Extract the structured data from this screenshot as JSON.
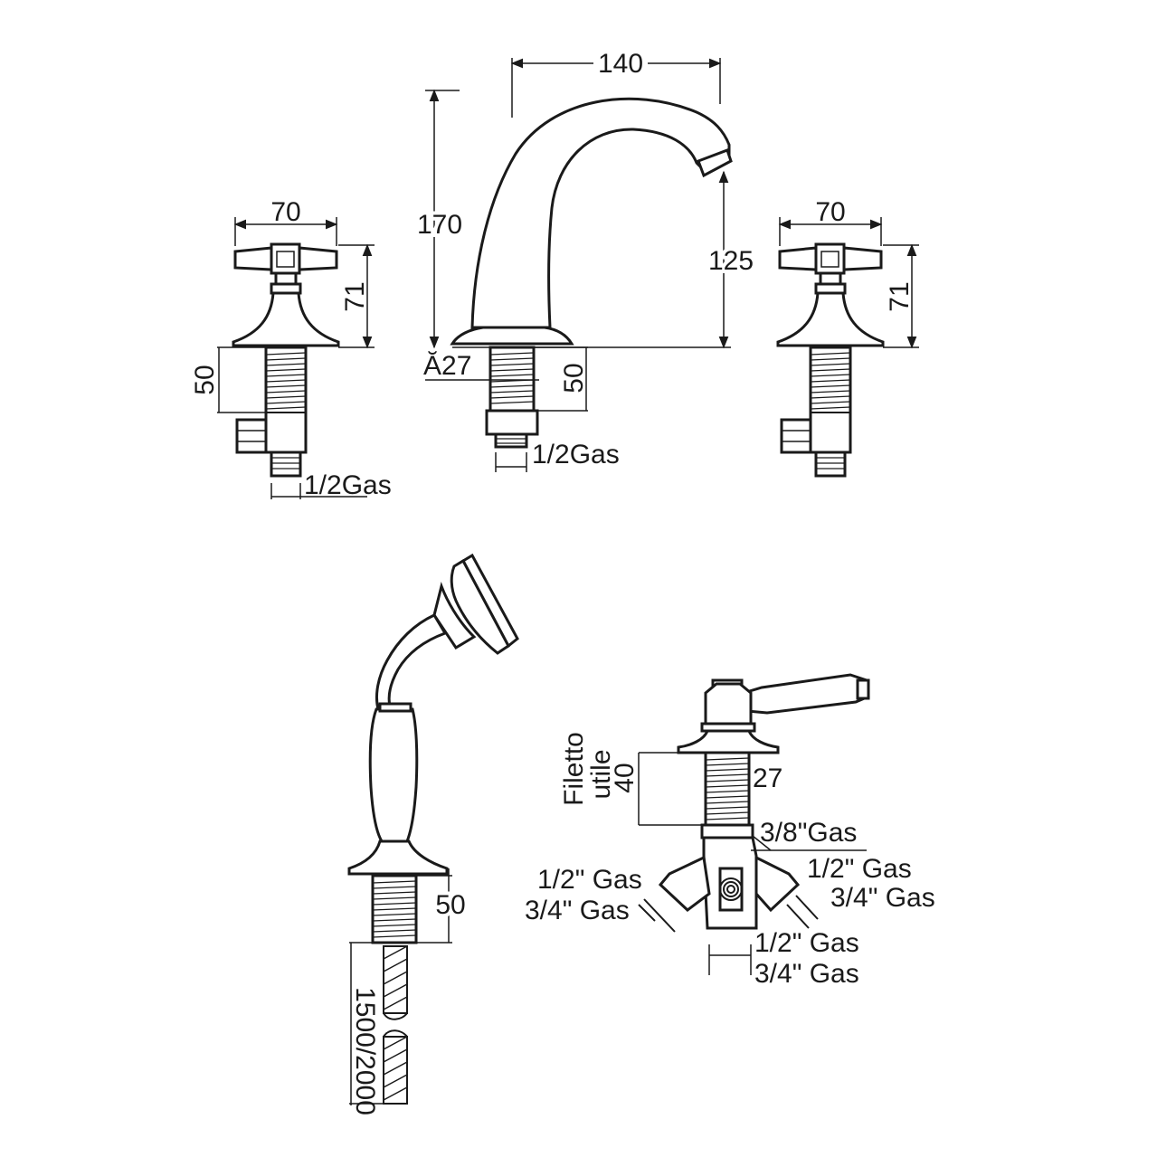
{
  "spout": {
    "width_label": "140",
    "height_label": "170",
    "outlet_height_label": "125",
    "base_diameter_label": "Ă27",
    "shank_label": "50",
    "thread_label": "1/2Gas"
  },
  "left_valve": {
    "width_label": "70",
    "height_label": "71",
    "shank_label": "50",
    "thread_label": "1/2Gas"
  },
  "right_valve": {
    "width_label": "70",
    "height_label": "71"
  },
  "hand_shower": {
    "shank_label": "50",
    "hose_label": "1500/2000"
  },
  "diverter": {
    "filetto_label": "Filetto",
    "utile_label": "utile",
    "thread_length_label": "40",
    "diameter_label": "27",
    "inlet_label": "3/8\"Gas",
    "left_label_a": "1/2\" Gas",
    "left_label_b": "3/4\" Gas",
    "right_label_a": "1/2\" Gas",
    "right_label_b": "3/4\" Gas",
    "bottom_label_a": "1/2\" Gas",
    "bottom_label_b": "3/4\" Gas"
  }
}
